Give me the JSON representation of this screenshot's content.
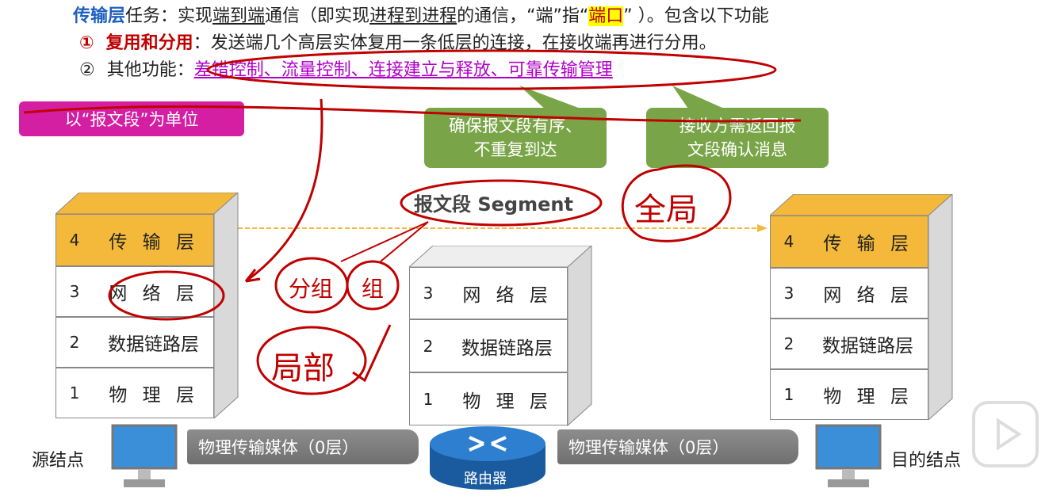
{
  "header": {
    "line1": {
      "term": "传输层",
      "t1": "任务：实现",
      "t2": "端到端",
      "t3": "通信（即实现",
      "t4": "进程到进程",
      "t5": "的通信，“端”指“",
      "t6": "端口",
      "t7": "” ）。包含以下功能"
    },
    "line2": {
      "bullet": "①",
      "label": "复用和分用",
      "text": "：发送端几个高层实体复用一条低层的连接，在接收端再进行分用。"
    },
    "line3": {
      "bullet": "②",
      "label": "其他功能：",
      "text": "差错控制、流量控制、连接建立与释放、可靠传输管理"
    }
  },
  "callouts": {
    "unit": "以“报文段”为单位",
    "order": [
      "确保报文段有序、",
      "不重复到达"
    ],
    "ack": [
      "接收方需返回报",
      "文段确认消息"
    ]
  },
  "segment_label": "报文段 Segment",
  "annotations": {
    "global": "全局",
    "packet": "分组",
    "group": "组",
    "local": "局部"
  },
  "left_stack": [
    {
      "num": "4",
      "name": "传 输 层"
    },
    {
      "num": "3",
      "name": "网 络 层"
    },
    {
      "num": "2",
      "name": "数据链路层"
    },
    {
      "num": "1",
      "name": "物 理 层"
    }
  ],
  "middle_stack": [
    {
      "num": "3",
      "name": "网 络 层"
    },
    {
      "num": "2",
      "name": "数据链路层"
    },
    {
      "num": "1",
      "name": "物 理 层"
    }
  ],
  "right_stack": [
    {
      "num": "4",
      "name": "传 输 层"
    },
    {
      "num": "3",
      "name": "网 络 层"
    },
    {
      "num": "2",
      "name": "数据链路层"
    },
    {
      "num": "1",
      "name": "物 理 层"
    }
  ],
  "bottom": {
    "source": "源结点",
    "dest": "目的结点",
    "media_left": "物理传输媒体（0层）",
    "media_right": "物理传输媒体（0层）",
    "router": "路由器"
  },
  "colors": {
    "blue": "#1f5fbf",
    "red": "#c00000",
    "gold": "#f4b93a",
    "green": "#79a548",
    "pink": "#d41fa3"
  }
}
